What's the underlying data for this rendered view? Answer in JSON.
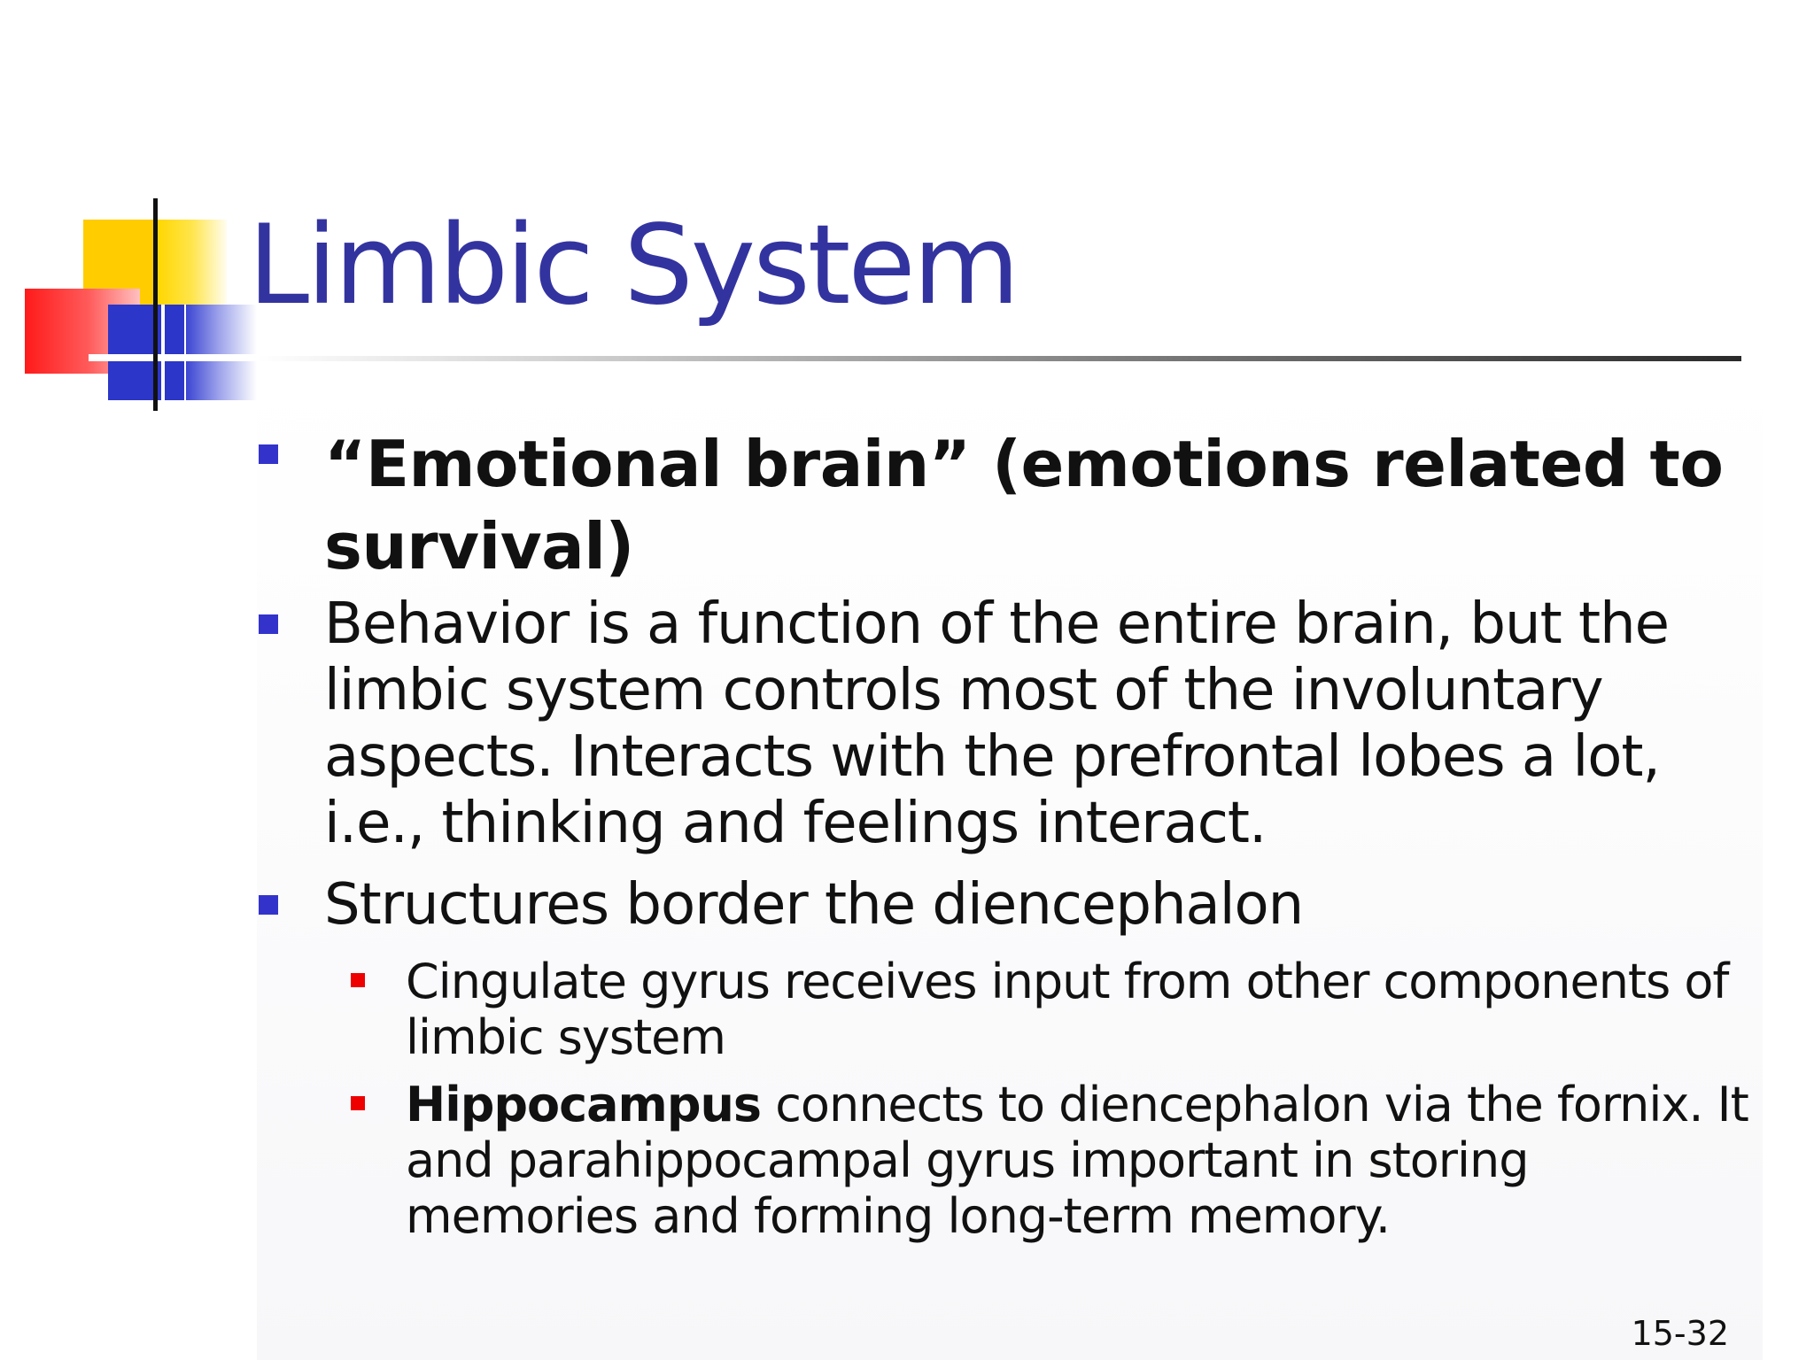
{
  "slide": {
    "title": "Limbic System",
    "bullets": [
      {
        "text": "“Emotional brain” (emotions related to survival)"
      },
      {
        "text": "Behavior is a function of the entire brain, but the limbic system controls most of the involuntary aspects. Interacts with the prefrontal lobes a lot, i.e., thinking and feelings interact."
      },
      {
        "text": "Structures border the diencephalon",
        "subbullets": [
          {
            "text": "Cingulate gyrus receives input from other components of limbic system"
          },
          {
            "bold_lead": "Hippocampus",
            "text": " connects to diencephalon via the fornix. It and parahippocampal gyrus important in storing memories and forming long-term memory."
          }
        ]
      }
    ],
    "slide_number": "15-32"
  },
  "colors": {
    "title": "#3333a0",
    "bullet_level1": "#3333cc",
    "bullet_level2": "#ee0000",
    "accent_yellow": "#ffcc00",
    "accent_red": "#ff1a1a",
    "accent_blue": "#2c36c8"
  }
}
